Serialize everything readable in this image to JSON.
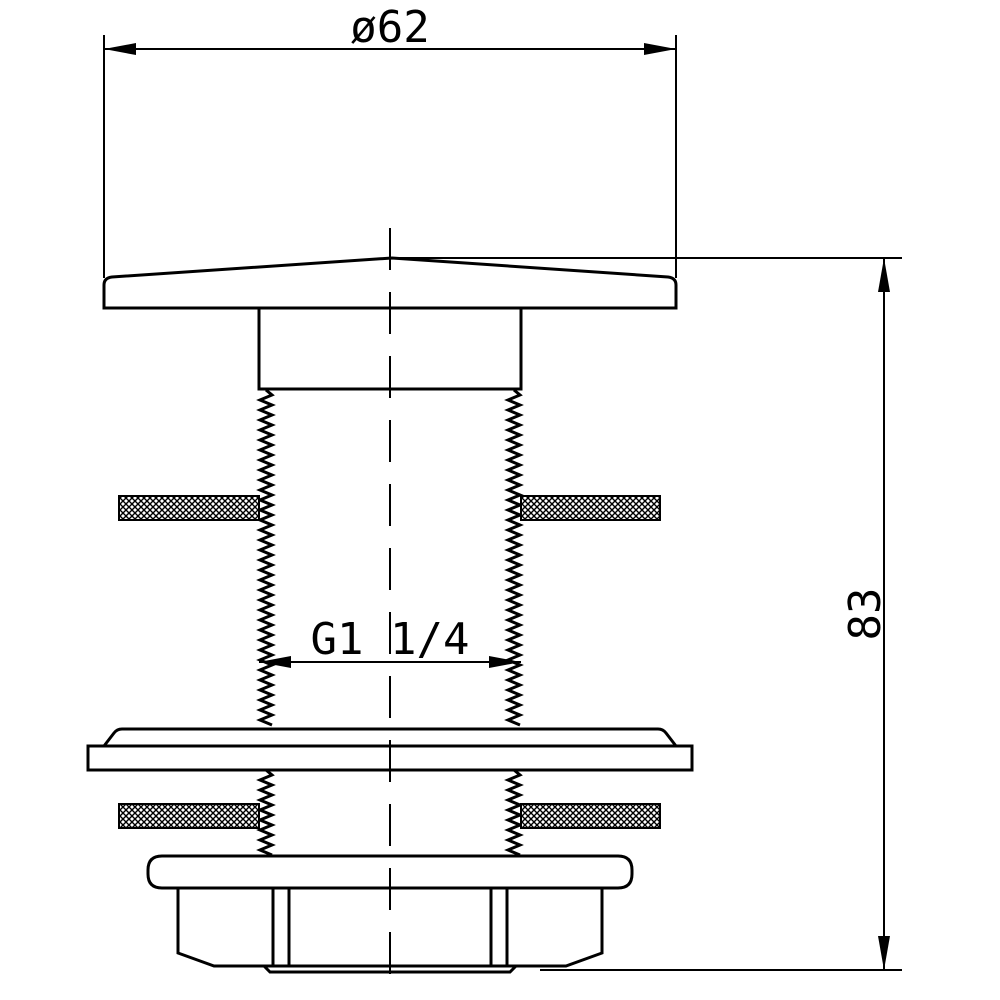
{
  "dimensions": {
    "diameter_label": "ø62",
    "height_label": "83",
    "thread_label": "G1 1/4"
  },
  "colors": {
    "line": "#000000",
    "background": "#ffffff"
  }
}
